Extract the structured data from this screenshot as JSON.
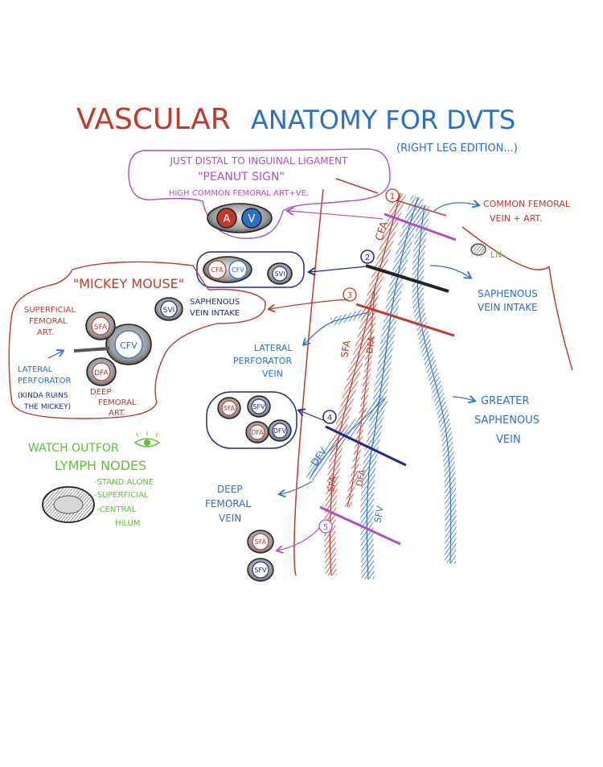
{
  "title": {
    "part1": "VASCULAR",
    "part2": "ANATOMY FOR DVTS"
  },
  "edition": "(RIGHT LEG EDITION...)",
  "colors": {
    "red": "#c0392b",
    "blue": "#2a6fc9",
    "navy": "#1f2a8a",
    "purple": "#b04fc4",
    "green": "#5bc236",
    "black": "#222222",
    "gray": "#777777"
  },
  "peanut": {
    "line1": "JUST DISTAL TO INGUINAL LIGAMENT",
    "line2": "\"PEANUT SIGN\"",
    "line3": "HIGH COMMON FEMORAL ART+VE.",
    "a": "A",
    "v": "V"
  },
  "level2": {
    "cfa": "CFA",
    "cfv": "CFV",
    "svi": "SVI"
  },
  "mickey": {
    "title": "\"MICKEY MOUSE\"",
    "sfa_label": [
      "SUPERFICIAL",
      "FEMORAL",
      "ART."
    ],
    "sfa": "SFA",
    "cfv": "CFV",
    "dfa": "DFA",
    "svi": "SVI",
    "svi_label": [
      "SAPHENOUS",
      "VEIN INTAKE"
    ],
    "lp_label": [
      "LATERAL",
      "PERFORATOR",
      "(KINDA RUINS",
      "THE MICKEY)"
    ],
    "dfa_label": [
      "DEEP",
      "FEMORAL",
      "ART."
    ]
  },
  "level4": {
    "sfa": "SFA",
    "sfv": "SFV",
    "dfa": "DFA",
    "dfv": "DFV"
  },
  "level5": {
    "sfa": "SFA",
    "sfv": "SFV"
  },
  "numbers": [
    "1",
    "2",
    "3",
    "4",
    "5"
  ],
  "vessels": {
    "cfa": "CFA",
    "sfa": "SFA",
    "dfa": "DFA",
    "dfa2": "DFA",
    "dfv": "DFV",
    "sfv": "SFV"
  },
  "labels": {
    "cfva": [
      "COMMON FEMORAL",
      "VEIN + ART."
    ],
    "ln": "LN",
    "svi": [
      "SAPHENOUS",
      "VEIN INTAKE"
    ],
    "lpv": [
      "LATERAL",
      "PERFORATOR",
      "VEIN"
    ],
    "gsv": [
      "GREATER",
      "SAPHENOUS",
      "VEIN"
    ],
    "dfv": [
      "DEEP",
      "FEMORAL",
      "VEIN"
    ]
  },
  "lymph": {
    "title1": "WATCH OUTFOR",
    "title2": "LYMPH NODES",
    "items": [
      "-STAND ALONE",
      "-SUPERFICIAL",
      "-CENTRAL",
      "HILUM"
    ]
  }
}
